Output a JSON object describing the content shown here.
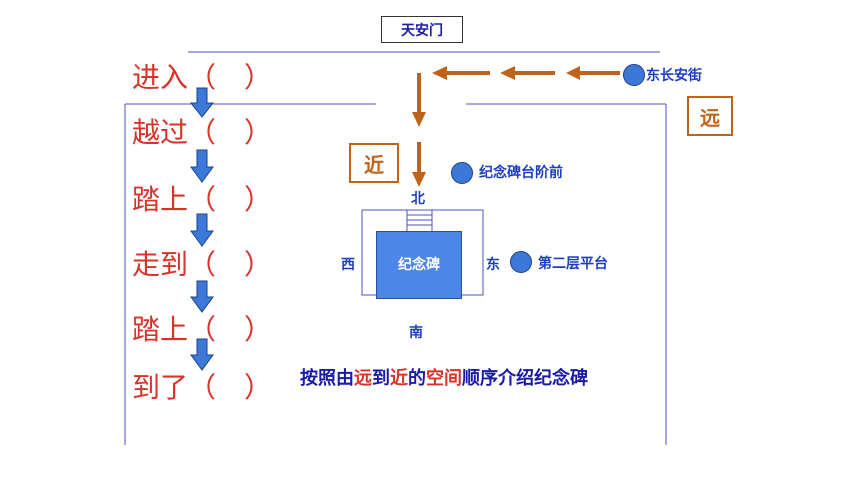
{
  "title": "天安门",
  "steps": [
    {
      "text": "进入（　）"
    },
    {
      "text": "越过（　）"
    },
    {
      "text": "踏上（　）"
    },
    {
      "text": "走到（　）"
    },
    {
      "text": "踏上（　）"
    },
    {
      "text": "到了（　）"
    }
  ],
  "labels": {
    "east_street": "东长安街",
    "far": "远",
    "near": "近",
    "steps_front": "纪念碑台阶前",
    "second_platform": "第二层平台",
    "monument": "纪念碑"
  },
  "directions": {
    "north": "北",
    "south": "南",
    "west": "西",
    "east": "东"
  },
  "summary": {
    "part1": "按照由",
    "far": "远",
    "part2": "到",
    "near": "近",
    "part3": "的",
    "spatial": "空间",
    "part4": "顺序介绍纪念碑"
  },
  "colors": {
    "orange": "#c0631a",
    "blue_arrow": "#3c78d8",
    "red": "#d8332a",
    "navy": "#1a1aa8"
  }
}
